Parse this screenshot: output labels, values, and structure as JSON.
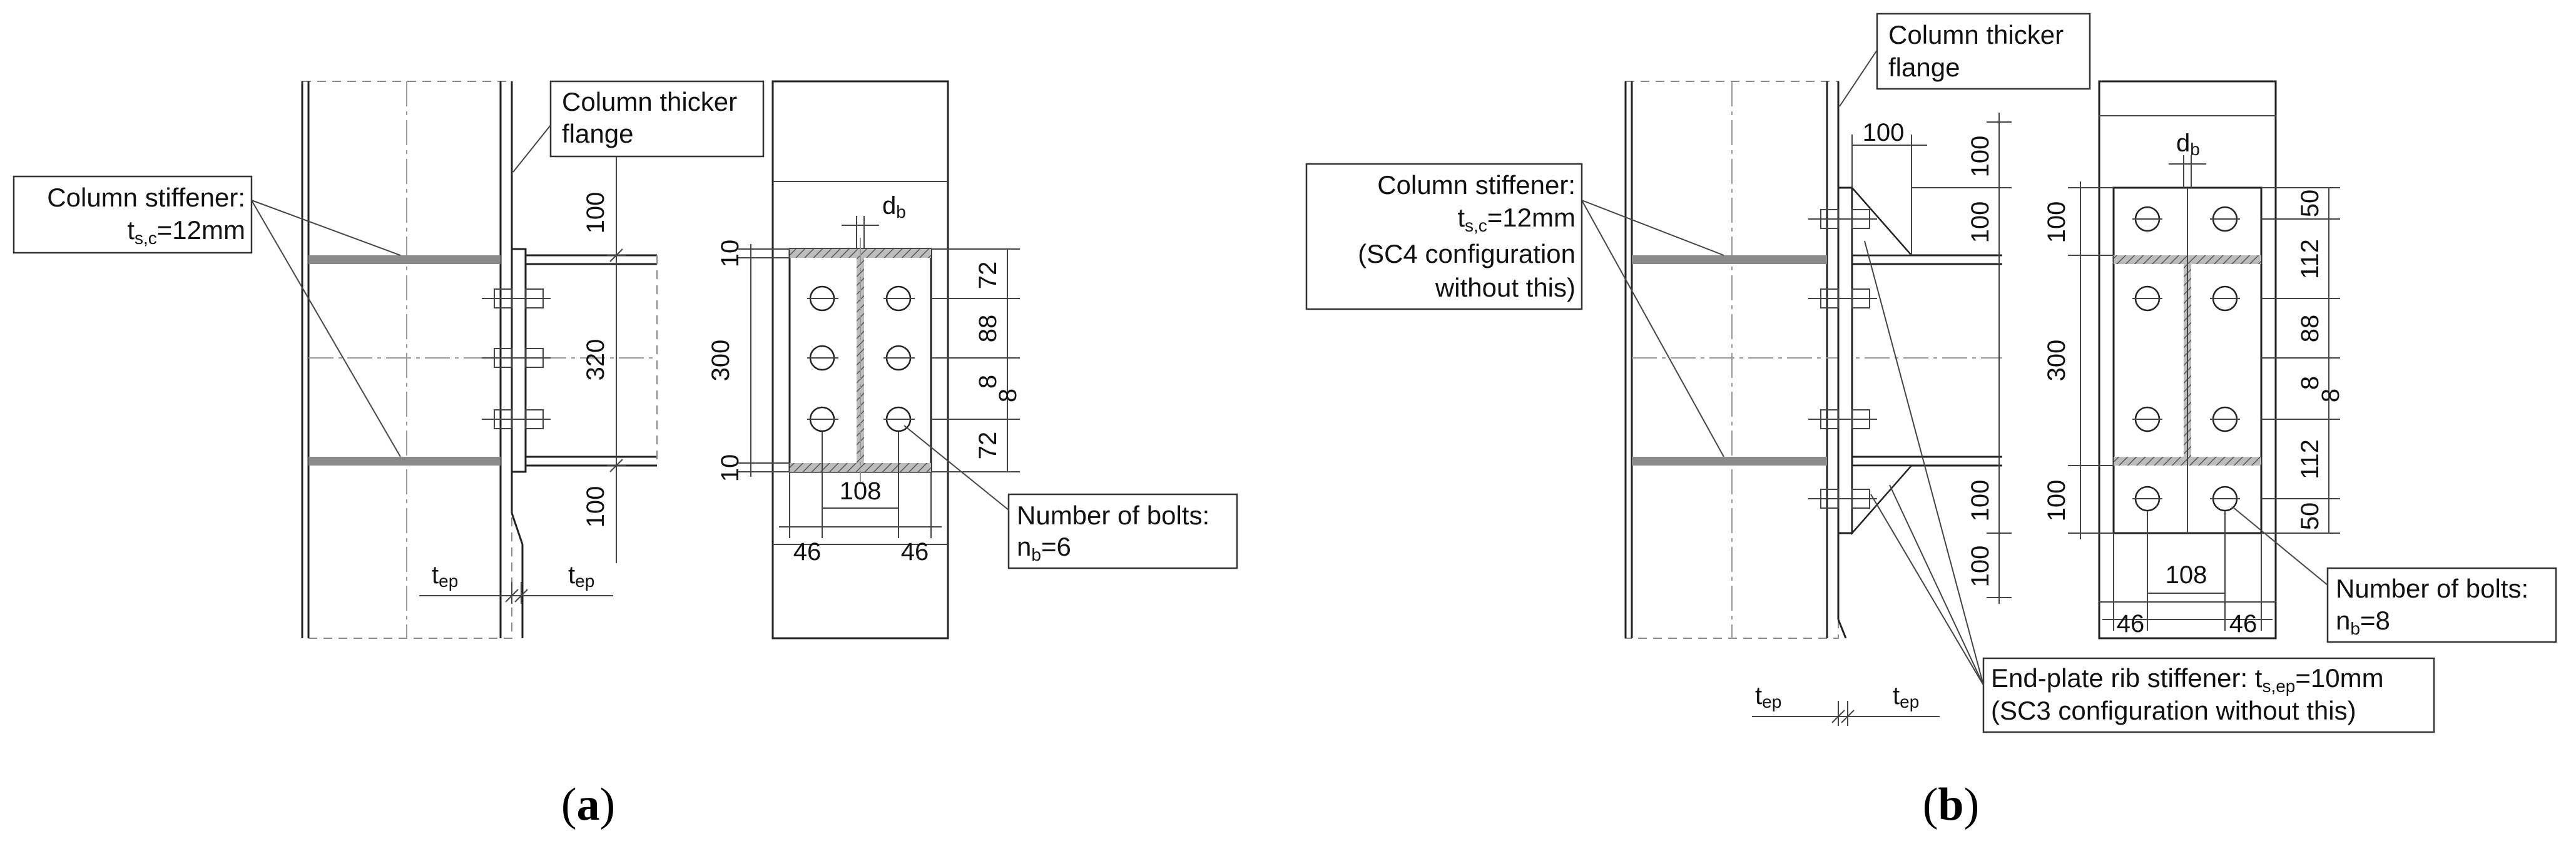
{
  "panel_a": {
    "caption": "a",
    "labels": {
      "column_thicker_flange_1": "Column thicker",
      "column_thicker_flange_2": "flange",
      "column_stiffener_1": "Column stiffener:",
      "column_stiffener_2": "t",
      "column_stiffener_2_sub": "s,c",
      "column_stiffener_2_rest": "=12mm",
      "number_of_bolts_1": "Number of bolts:",
      "number_of_bolts_2": "n",
      "number_of_bolts_2_sub": "b",
      "number_of_bolts_2_rest": "=6",
      "db": "d",
      "db_sub": "b",
      "tep_left": "t",
      "tep_left_sub": "ep",
      "tep_right": "t",
      "tep_right_sub": "ep"
    },
    "dims": {
      "d100_top": "100",
      "d320": "320",
      "d100_bot": "100",
      "d10_top": "10",
      "d300": "300",
      "d10_bot": "10",
      "d72_top": "72",
      "d88": "88",
      "d8a": "8",
      "d8b": "8",
      "d72_bot": "72",
      "d108": "108",
      "d46_left": "46",
      "d46_right": "46"
    }
  },
  "panel_b": {
    "caption": "b",
    "labels": {
      "column_thicker_flange_1": "Column thicker",
      "column_thicker_flange_2": "flange",
      "column_stiffener_1": "Column stiffener:",
      "column_stiffener_2": "t",
      "column_stiffener_2_sub": "s,c",
      "column_stiffener_2_rest": "=12mm",
      "column_stiffener_3": "(SC4 configuration",
      "column_stiffener_4": "without this)",
      "rib_stiffener_1": "End-plate rib stiffener: t",
      "rib_stiffener_1_sub": "s,ep",
      "rib_stiffener_1_rest": "=10mm",
      "rib_stiffener_2": "(SC3 configuration without this)",
      "number_of_bolts_1": "Number of bolts:",
      "number_of_bolts_2": "n",
      "number_of_bolts_2_sub": "b",
      "number_of_bolts_2_rest": "=8",
      "db": "d",
      "db_sub": "b",
      "tep_left": "t",
      "tep_left_sub": "ep",
      "tep_right": "t",
      "tep_right_sub": "ep"
    },
    "dims": {
      "d100_horiz": "100",
      "d100_r1": "100",
      "d100_r2": "100",
      "d100_r3": "100",
      "d100_r4": "100",
      "d100_left_top": "100",
      "d300": "300",
      "d100_left_bot": "100",
      "d50_top": "50",
      "d112_top": "112",
      "d88": "88",
      "d8a": "8",
      "d8b": "8",
      "d112_bot": "112",
      "d50_bot": "50",
      "d108": "108",
      "d46_left": "46",
      "d46_right": "46"
    }
  }
}
